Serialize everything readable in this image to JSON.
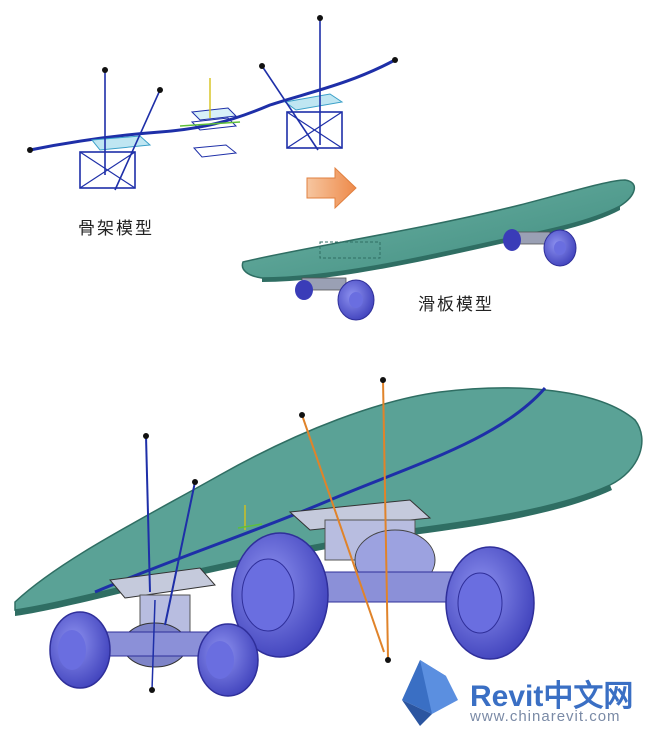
{
  "labels": {
    "skeleton_model": "骨架模型",
    "skateboard_model": "滑板模型"
  },
  "watermark": {
    "brand": "Revit中文网",
    "url": "www.chinarevit.com",
    "logo_icon": "revit-r-icon"
  },
  "colors": {
    "deck": "#4e9b8e",
    "deck_dark": "#2f6e63",
    "wheel": "#5a5fd6",
    "wheel_dark": "#2f2f9a",
    "skeleton": "#1e2fa8",
    "arrow": "#f0a060",
    "orange_line": "#e0832a",
    "brand_blue": "#3a6fc4"
  }
}
